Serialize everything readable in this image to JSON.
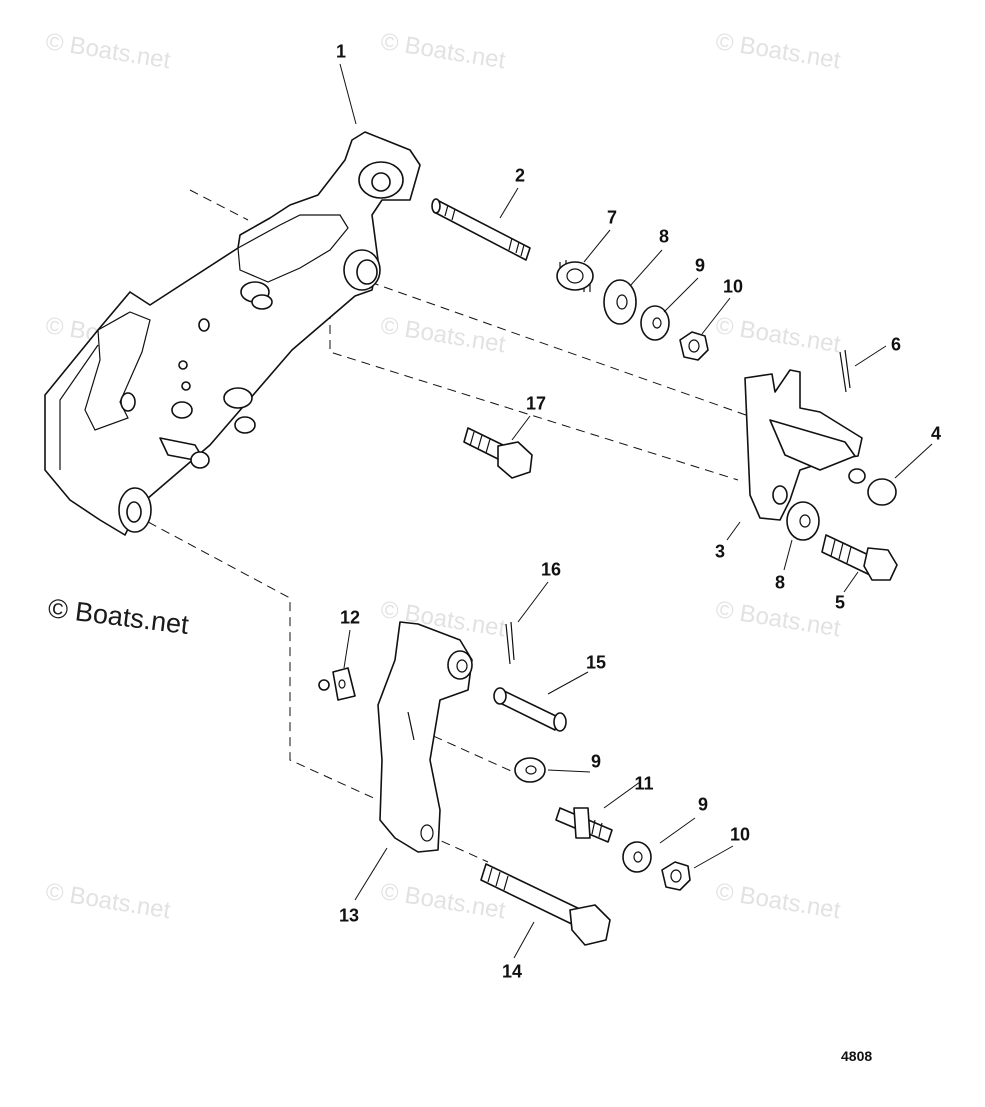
{
  "watermark": {
    "text": "© Boats.net",
    "main_text": "© Boats.net"
  },
  "figure_number": "4808",
  "callouts": [
    {
      "id": "c1",
      "label": "1",
      "part": "bracket"
    },
    {
      "id": "c2",
      "label": "2",
      "part": "pivot-pin"
    },
    {
      "id": "c7",
      "label": "7",
      "part": "spring"
    },
    {
      "id": "c8a",
      "label": "8",
      "part": "washer"
    },
    {
      "id": "c9a",
      "label": "9",
      "part": "washer"
    },
    {
      "id": "c10a",
      "label": "10",
      "part": "nut"
    },
    {
      "id": "c6",
      "label": "6",
      "part": "cotter-pin"
    },
    {
      "id": "c4",
      "label": "4",
      "part": "cap"
    },
    {
      "id": "c17",
      "label": "17",
      "part": "screw"
    },
    {
      "id": "c3",
      "label": "3",
      "part": "lever"
    },
    {
      "id": "c8b",
      "label": "8",
      "part": "washer"
    },
    {
      "id": "c5",
      "label": "5",
      "part": "bolt"
    },
    {
      "id": "c16",
      "label": "16",
      "part": "cotter-pin"
    },
    {
      "id": "c15",
      "label": "15",
      "part": "clevis-pin"
    },
    {
      "id": "c12",
      "label": "12",
      "part": "clip"
    },
    {
      "id": "c9b",
      "label": "9",
      "part": "washer"
    },
    {
      "id": "c11",
      "label": "11",
      "part": "stud"
    },
    {
      "id": "c9c",
      "label": "9",
      "part": "washer"
    },
    {
      "id": "c10b",
      "label": "10",
      "part": "nut"
    },
    {
      "id": "c13",
      "label": "13",
      "part": "link"
    },
    {
      "id": "c14",
      "label": "14",
      "part": "bolt"
    }
  ]
}
